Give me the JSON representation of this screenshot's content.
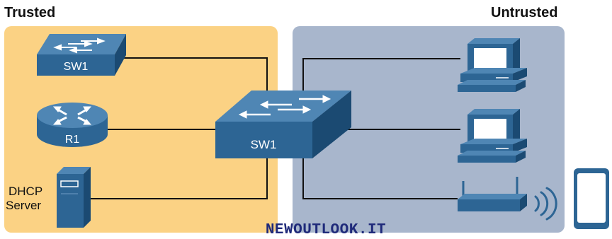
{
  "zones": {
    "trusted_label": "Trusted",
    "untrusted_label": "Untrusted",
    "trusted_color": "#fbd284",
    "untrusted_color": "#a8b6cc"
  },
  "devices": {
    "switch_small_label": "SW1",
    "router_label": "R1",
    "switch_main_label": "SW1",
    "dhcp_label_line1": "DHCP",
    "dhcp_label_line2": "Server"
  },
  "icons": {
    "switch_small": "switch-icon",
    "router": "router-icon",
    "switch_main": "switch-icon",
    "dhcp_server": "server-icon",
    "pc_top": "pc-icon",
    "pc_middle": "pc-icon",
    "access_point": "wireless-access-point-icon",
    "tablet": "tablet-icon"
  },
  "colors": {
    "device_blue": "#2d6594",
    "device_dark": "#1b4a72",
    "device_light": "#4f86b4",
    "link_line": "#111111"
  },
  "watermark": "NEWOUTLOOK.IT"
}
